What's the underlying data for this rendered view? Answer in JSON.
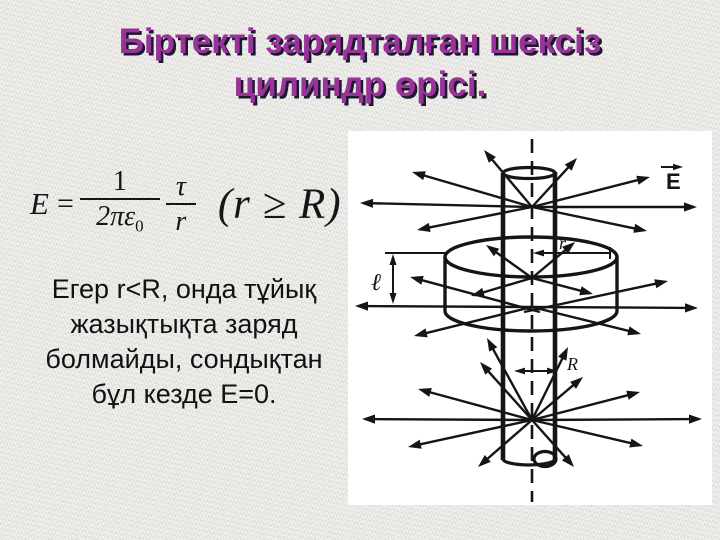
{
  "slide": {
    "background_color": "#eae9e6",
    "title": {
      "text": "Біртекті зарядталған шексіз\nцилиндр өрісі.",
      "color": "#993399",
      "shadow_color": "#1a1a2e"
    },
    "formula": {
      "lhs": "E",
      "equals": "=",
      "frac1_num": "1",
      "frac1_den_main": "2πε",
      "frac1_den_sub": "0",
      "frac2_num": "τ",
      "frac2_den": "r",
      "condition": "(r ≥ R)"
    },
    "body_text": "Егер r<R, онда тұйық\nжазықтықта заряд\nболмайды, сондықтан\nбұл кезде Е=0.",
    "diagram": {
      "panel_color": "#ffffff",
      "ink_color": "#151515",
      "labels": {
        "field_vector": "E",
        "gauss_length": "ℓ",
        "gauss_radius": "r",
        "cylinder_radius": "R"
      },
      "arrows": [
        [
          532,
          207,
          484,
          150
        ],
        [
          532,
          207,
          577,
          158
        ],
        [
          532,
          207,
          412,
          172
        ],
        [
          532,
          207,
          650,
          177
        ],
        [
          532,
          207,
          360,
          203
        ],
        [
          532,
          207,
          697,
          207
        ],
        [
          532,
          207,
          417,
          230
        ],
        [
          532,
          207,
          647,
          231
        ],
        [
          540,
          312,
          410,
          277
        ],
        [
          524,
          312,
          668,
          281
        ],
        [
          532,
          307,
          355,
          306
        ],
        [
          532,
          307,
          698,
          308
        ],
        [
          532,
          307,
          414,
          336
        ],
        [
          532,
          307,
          641,
          334
        ],
        [
          532,
          278,
          486,
          245
        ],
        [
          532,
          278,
          575,
          242
        ],
        [
          532,
          278,
          471,
          296
        ],
        [
          532,
          278,
          593,
          294
        ],
        [
          532,
          420,
          487,
          338
        ],
        [
          532,
          420,
          568,
          347
        ],
        [
          532,
          420,
          480,
          362
        ],
        [
          532,
          420,
          583,
          377
        ],
        [
          532,
          420,
          418,
          389
        ],
        [
          532,
          420,
          640,
          392
        ],
        [
          532,
          420,
          362,
          419
        ],
        [
          532,
          420,
          702,
          419
        ],
        [
          532,
          420,
          408,
          447
        ],
        [
          532,
          420,
          643,
          446
        ],
        [
          532,
          420,
          478,
          467
        ],
        [
          532,
          420,
          574,
          467
        ]
      ]
    }
  }
}
